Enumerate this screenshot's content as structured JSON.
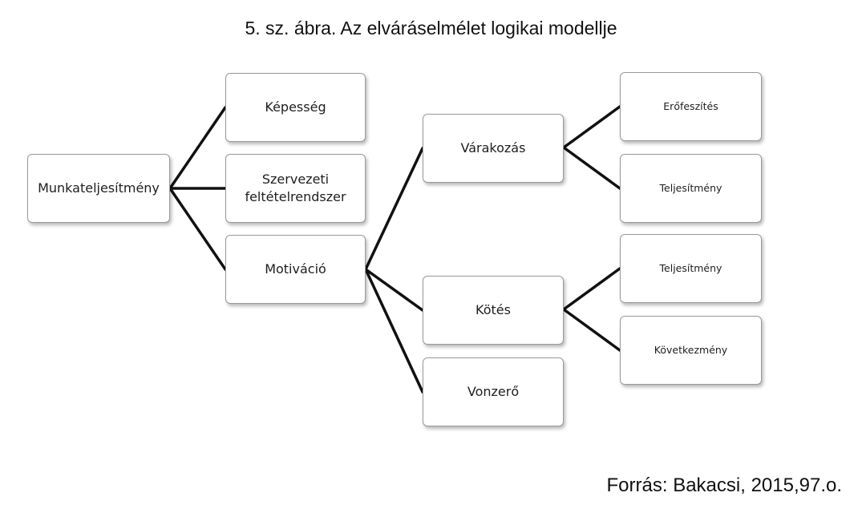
{
  "title": "5. sz. ábra. Az elváráselmélet logikai modellje",
  "source": "Forrás: Bakacsi, 2015,97.o.",
  "nodes": {
    "root": "Munkateljesítmény",
    "kepesseg": "Képesség",
    "szervezeti": "Szervezeti feltételrendszer",
    "motivacio": "Motiváció",
    "varakozas": "Várakozás",
    "kotes": "Kötés",
    "vonzero": "Vonzerő",
    "erofeszites": "Erőfeszítés",
    "teljesitmeny1": "Teljesítmény",
    "teljesitmeny2": "Teljesítmény",
    "kovetkezmeny": "Következmény"
  }
}
